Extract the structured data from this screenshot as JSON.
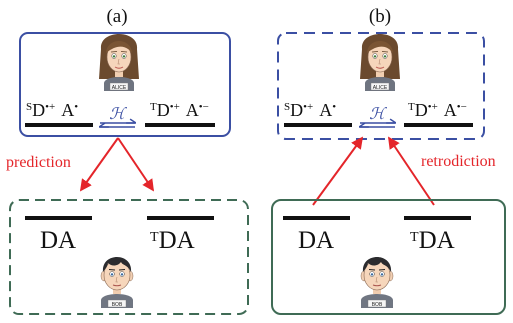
{
  "panels": [
    {
      "tag": "(a)",
      "character_top": "ALICE",
      "character_bottom": "BOB",
      "state_left_html": "SD•+ A•",
      "operator": "ℋ",
      "state_right_html": "TD•+ A•−",
      "arrow_label": "prediction",
      "ground_left": "DA",
      "ground_right": "TDA"
    },
    {
      "tag": "(b)",
      "character_top": "ALICE",
      "character_bottom": "BOB",
      "state_left_html": "SD•+ A•",
      "operator": "ℋ",
      "state_right_html": "TD•+ A•−",
      "arrow_label": "retrodiction",
      "ground_left": "DA",
      "ground_right": "TDA"
    }
  ],
  "colors": {
    "blue": "#3b4fa3",
    "green": "#3f6b55",
    "red": "#e4252a",
    "black": "#111111"
  },
  "icons": {
    "alice": "alice-avatar-icon",
    "bob": "bob-avatar-icon"
  }
}
